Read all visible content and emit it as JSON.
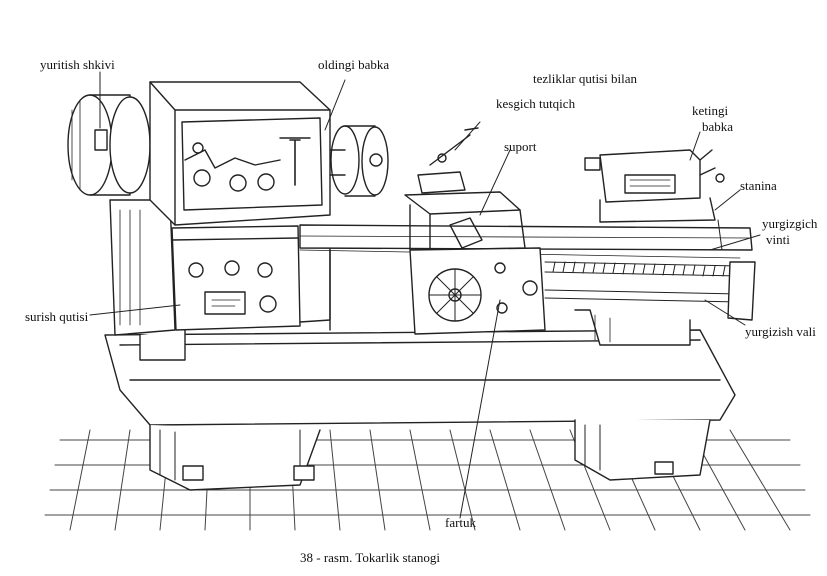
{
  "labels": {
    "yuritish_shkivi": "yuritish shkivi",
    "oldingi_babka": "oldingi babka",
    "tezliklar_qutisi_bilan": "tezliklar qutisi bilan",
    "kesgich_tutqich": "kesgich tutqich",
    "suport": "suport",
    "ketingi_line1": "ketingi",
    "ketingi_line2": "babka",
    "stanina": "stanina",
    "yurgizgich_line1": "yurgizgich",
    "yurgizgich_line2": "vinti",
    "surish_qutisi": "surish qutisi",
    "yurgizish_vali": "yurgizish vali",
    "fartuk": "fartuk"
  },
  "caption": "38 - rasm. Tokarlik stanogi",
  "colors": {
    "ink": "#222222",
    "paper": "#ffffff",
    "shade": "#8a8a8a"
  }
}
